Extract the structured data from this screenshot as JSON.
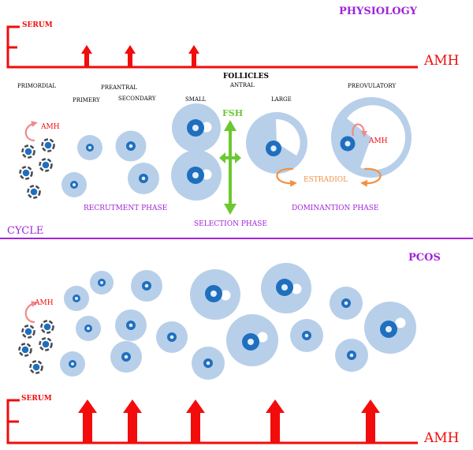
{
  "colors": {
    "red": "#f20c0c",
    "purple": "#a024d8",
    "green": "#6cc832",
    "orange": "#f29143",
    "follicle_fill": "#b8cfe9",
    "follicle_nucleus": "#1f6fbf",
    "dark_ring": "#4a4a55"
  },
  "physiology": {
    "title": "PHYSIOLOGY",
    "serum_label": "SERUM",
    "amh_axis_label": "AMH",
    "follicles_heading": "FOLLICLES",
    "stage_labels": {
      "primordial": "PRIMORDIAL",
      "preantral": "PREANTRAL",
      "antral": "ANTRAL",
      "preovulatory": "PREOVULATORY",
      "primary": "PRIMERY",
      "secondary": "SECONDARY",
      "small": "SMALL",
      "large": "LARGE"
    },
    "amh_local_label": "AMH",
    "amh_preovulatory_label": "AMH",
    "fsh_label": "FSH",
    "estradiol_label": "ESTRADIOL",
    "phase_labels": {
      "recruitment": "RECRUTMENT PHASE",
      "selection": "SELECTION PHASE",
      "dominance": "DOMINANTION PHASE"
    },
    "cycle_label": "CYCLE",
    "serum_arrows": 3
  },
  "pcos": {
    "title": "PCOS",
    "amh_local_label": "AMH",
    "serum_label": "SERUM",
    "amh_axis_label": "AMH",
    "serum_arrows": 5
  },
  "icons": {
    "curved_arrow": "curved-arrow-icon",
    "up_arrow": "up-arrow-icon",
    "double_arrow": "double-headed-arrow-icon",
    "circular_arrows": "circular-arrows-icon"
  }
}
